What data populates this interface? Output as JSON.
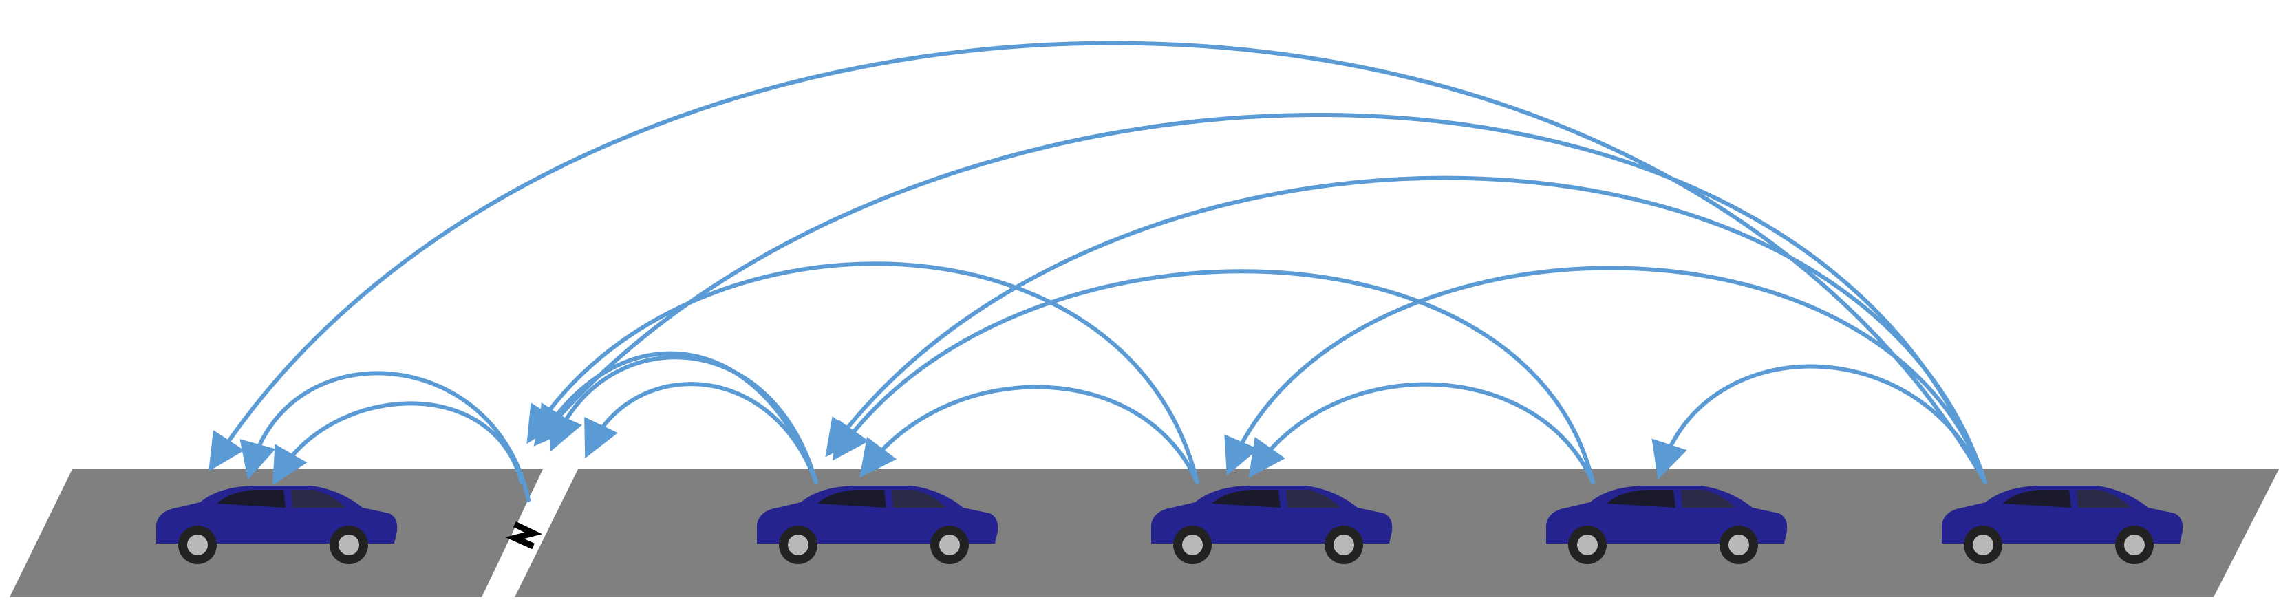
{
  "colors": {
    "background": "#ffffff",
    "road": "#808080",
    "arrow": "#5b9bd5",
    "car_body": "#24238f",
    "car_window": "#1a1a2a",
    "tire": "#222222",
    "rim": "#b8b8b8",
    "break_mark": "#000000"
  },
  "diagram": {
    "platforms": [
      "left-platform",
      "right-platform"
    ],
    "cars": [
      "car-1",
      "car-2",
      "car-3",
      "car-4",
      "car-5"
    ],
    "connections": [
      {
        "from": "car-2",
        "to": "car-1"
      },
      {
        "from": "car-2",
        "to": "car-1"
      },
      {
        "from": "car-3",
        "to": "car-2-left"
      },
      {
        "from": "car-3",
        "to": "car-2-left"
      },
      {
        "from": "car-3",
        "to": "car-1"
      },
      {
        "from": "car-4",
        "to": "car-3"
      },
      {
        "from": "car-4",
        "to": "car-2-left"
      },
      {
        "from": "car-4",
        "to": "car-2"
      },
      {
        "from": "car-5",
        "to": "car-4"
      },
      {
        "from": "car-5",
        "to": "car-3"
      },
      {
        "from": "car-5",
        "to": "car-2"
      },
      {
        "from": "car-5",
        "to": "car-2-left"
      },
      {
        "from": "car-5",
        "to": "car-1"
      }
    ]
  }
}
